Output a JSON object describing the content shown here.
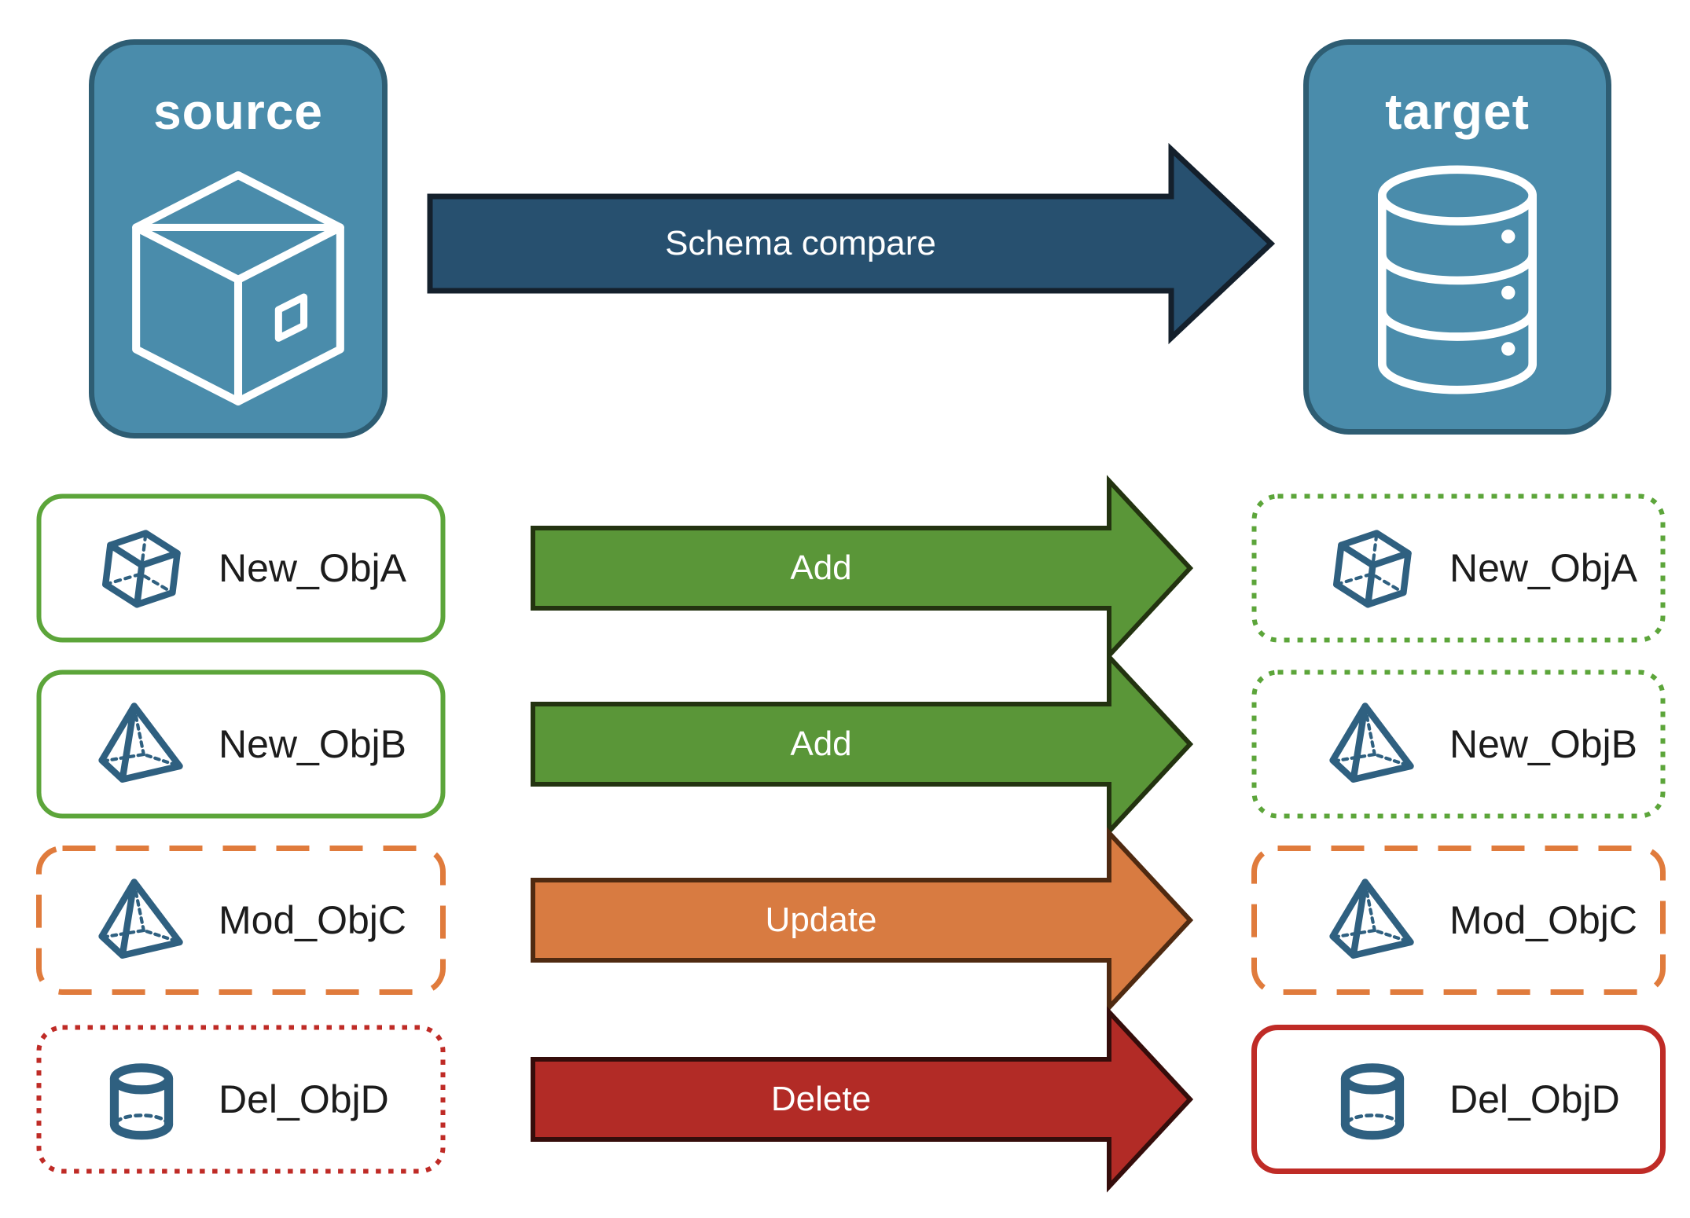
{
  "source_panel": {
    "label": "source",
    "icon": "package-icon"
  },
  "target_panel": {
    "label": "target",
    "icon": "database-icon"
  },
  "compare_arrow": {
    "label": "Schema compare"
  },
  "rows": [
    {
      "object": "New_ObjA",
      "icon": "cube-icon",
      "action": "Add",
      "action_color": "#5a9638",
      "source_box_style": "solid-green",
      "target_box_style": "dotted-green"
    },
    {
      "object": "New_ObjB",
      "icon": "pyramid-icon",
      "action": "Add",
      "action_color": "#5a9638",
      "source_box_style": "solid-green",
      "target_box_style": "dotted-green"
    },
    {
      "object": "Mod_ObjC",
      "icon": "pyramid-icon",
      "action": "Update",
      "action_color": "#d87b41",
      "source_box_style": "dashed-orange",
      "target_box_style": "dashed-orange"
    },
    {
      "object": "Del_ObjD",
      "icon": "cylinder-icon",
      "action": "Delete",
      "action_color": "#b22b26",
      "source_box_style": "dotted-red",
      "target_box_style": "solid-red"
    }
  ],
  "colors": {
    "panel_blue": "#4a8cab",
    "panel_border": "#2e5d73",
    "icon_steel_blue": "#2f6080",
    "compare_navy": "#27506f",
    "compare_outline": "#14202c",
    "add_green": "#5a9638",
    "add_outline": "#233310",
    "update_orange": "#d87b41",
    "update_outline": "#4f2a11",
    "delete_red": "#b22b26",
    "delete_outline": "#350d0b",
    "border_green": "#5ca53a",
    "border_orange": "#e07b3c",
    "border_red": "#bf2b26",
    "object_text": "#1c1c1c",
    "arrow_text": "#ffffff"
  }
}
